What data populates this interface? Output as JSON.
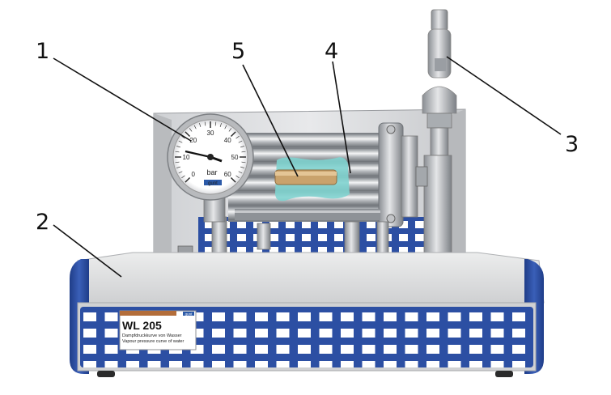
{
  "callouts": [
    {
      "number": "1",
      "target": "pressure gauge"
    },
    {
      "number": "2",
      "target": "housing"
    },
    {
      "number": "3",
      "target": "safety valve"
    },
    {
      "number": "4",
      "target": "boiler"
    },
    {
      "number": "5",
      "target": "heating element"
    }
  ],
  "gauge": {
    "unit": "bar",
    "scale": [
      "0",
      "10",
      "20",
      "30",
      "40",
      "50",
      "60"
    ],
    "brand": "gunt"
  },
  "nameplate": {
    "model": "WL 205",
    "line_de": "Dampfdruckkurve von Wasser",
    "line_en": "Vapour pressure curve of water",
    "brand": "gunt"
  },
  "colors": {
    "frame_blue": "#2c4fa3",
    "housing_grey": "#d9dadc",
    "heater": "#c9a26c",
    "water": "#7fd3cf"
  }
}
